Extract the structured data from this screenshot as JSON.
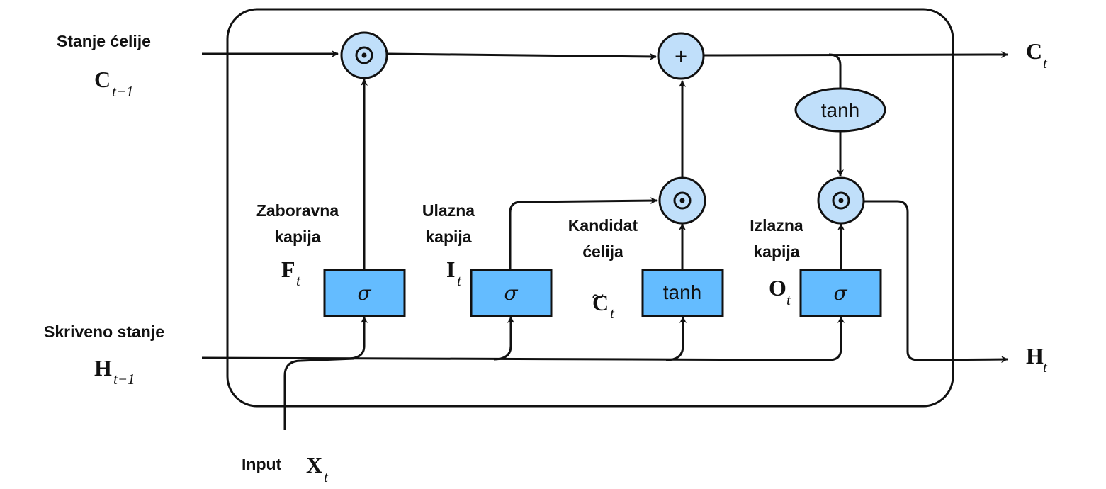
{
  "labels": {
    "cell_state": "Stanje ćelije",
    "hidden_state": "Skriveno stanje",
    "input": "Input",
    "forget_gate": [
      "Zaboravna",
      "kapija"
    ],
    "input_gate": [
      "Ulazna",
      "kapija"
    ],
    "candidate_cell": [
      "Kandidat",
      "ćelija"
    ],
    "output_gate": [
      "Izlazna",
      "kapija"
    ]
  },
  "variables": {
    "c_prev": {
      "main": "C",
      "sub": "t−1"
    },
    "h_prev": {
      "main": "H",
      "sub": "t−1"
    },
    "x_t": {
      "main": "X",
      "sub": "t"
    },
    "f_t": {
      "main": "F",
      "sub": "t"
    },
    "i_t": {
      "main": "I",
      "sub": "t"
    },
    "c_tilde": {
      "main": "C",
      "sub": "t",
      "accent": "~"
    },
    "o_t": {
      "main": "O",
      "sub": "t"
    },
    "c_t": {
      "main": "C",
      "sub": "t"
    },
    "h_t": {
      "main": "H",
      "sub": "t"
    }
  },
  "gates": {
    "forget": "σ",
    "input": "σ",
    "candidate": "tanh",
    "output": "σ"
  },
  "ops": {
    "mul": "⊙",
    "add": "+",
    "tanh": "tanh"
  },
  "colors": {
    "gate_fill": "#64bcff",
    "node_fill": "#c0dffa",
    "stroke": "#111111"
  }
}
